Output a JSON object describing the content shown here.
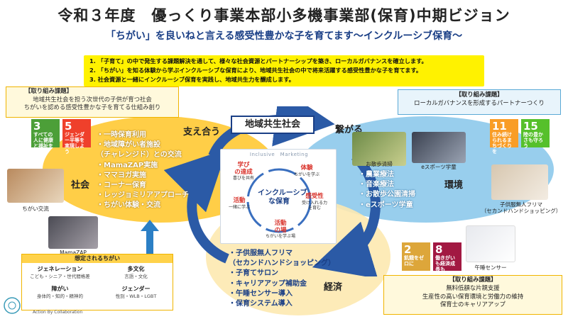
{
  "header": {
    "title": "令和３年度　優っくり事業本部小多機事業部(保育)中期ビジョン",
    "subtitle": "「ちがい」を良いねと言える感受性豊かな子を育てます～インクルーシブ保育～"
  },
  "goals": [
    "1. 「子育て」の中で発生する課題解決を通して、様々な社会資源とパートナーシップを築き、ローカルガバナンスを確立します。",
    "2. 「ちがい」を知る体験から学ぶインクルーシブな保育により、地域共生社会の中で将来活躍する感受性豊かな子を育てます。",
    "3. 社会資源と一緒にインクルーシブ保育を実践し、地域共生力を醸成します。"
  ],
  "box_left": {
    "heading": "【取り組み課題】",
    "lines": [
      "地域共生社会を担う次世代の子供が育つ社会",
      "ちがいを認める感受性豊かな子を育てる仕組み創り"
    ]
  },
  "box_right": {
    "heading": "【取り組み課題】",
    "line": "ローカルガバナンスを形成するパートナーつくり"
  },
  "box_bottom": {
    "heading": "【取り組み課題】",
    "lines": [
      "無料低額な片親支援",
      "生産性の高い保育環境と労働力の維持",
      "保育士のキャリアアップ"
    ]
  },
  "center": {
    "title": "地域共生社会",
    "left_arrow_label": "支え合う",
    "right_arrow_label": "繋がる"
  },
  "ring": {
    "heading": "Inclusive　Marketing",
    "center": "インクルーシブ\nな保育",
    "items": [
      {
        "label": "学び\nの達成",
        "sub": "喜びを共有",
        "color": "#d9332b"
      },
      {
        "label": "体験",
        "sub": "ちがいを学ぶ",
        "color": "#d9332b"
      },
      {
        "label": "感受性",
        "sub": "受け入れる力\nを育む",
        "color": "#d9332b"
      },
      {
        "label": "活動\nの場",
        "sub": "ちがいを学ぶ場",
        "color": "#d9332b"
      },
      {
        "label": "活動",
        "sub": "一緒に学ぶ",
        "color": "#d9332b"
      }
    ]
  },
  "society": {
    "label": "社会",
    "items": [
      "・一時保育利用",
      "・地域障がい者施設",
      "（チャレンジド）との交流",
      "・MamaZAP実施",
      "・ママヨガ実施",
      "・コーナー保育",
      "・レッジョミリアアプローチ",
      "・ちがい体験・交流"
    ]
  },
  "environment": {
    "label": "環境",
    "items": [
      "・農業療法",
      "・音楽療法",
      "・お散歩公園清掃",
      "・eスポーツ学童"
    ]
  },
  "economy": {
    "label": "経済",
    "items": [
      "・子供服無人フリマ",
      "（セカンドハンドショッピング）",
      "・子育てサロン",
      "・キャリアアップ補助金",
      "・午睡センサー導入",
      "・保育システム導入"
    ]
  },
  "photos": {
    "left_top": "ちがい交流",
    "left_mid": "MamaZAP",
    "right_a": "お散歩清掃",
    "right_b": "eスポーツ学童",
    "right_c": "子供服無人フリマ\n（セカンドハンドショッピング）",
    "right_d": "午睡センサー"
  },
  "diversity": {
    "heading": "想定されるちがい",
    "cells": [
      {
        "k": "ジェネレーション",
        "v": "こども・シニア・世代間格差"
      },
      {
        "k": "多文化",
        "v": "言語・文化"
      },
      {
        "k": "障がい",
        "v": "身体的・知的・精神的"
      },
      {
        "k": "ジェンダー",
        "v": "性別・WLB・LGBT"
      }
    ]
  },
  "sdgs_left": [
    {
      "n": "3",
      "t": "すべての人に健康と福祉を",
      "color": "#4c9f38"
    },
    {
      "n": "5",
      "t": "ジェンダー平等を実現しよう",
      "color": "#ef402b"
    }
  ],
  "sdgs_right": [
    {
      "n": "11",
      "t": "住み続けられるまちづくりを",
      "color": "#f99d26"
    },
    {
      "n": "15",
      "t": "陸の豊かさも守ろう",
      "color": "#56c02b"
    }
  ],
  "sdgs_bottom": [
    {
      "n": "2",
      "t": "飢餓をゼロに",
      "color": "#dda63a"
    },
    {
      "n": "8",
      "t": "働きがいも経済成長も",
      "color": "#a21942"
    }
  ],
  "footer": {
    "tagline": "Action By Collaboration"
  }
}
